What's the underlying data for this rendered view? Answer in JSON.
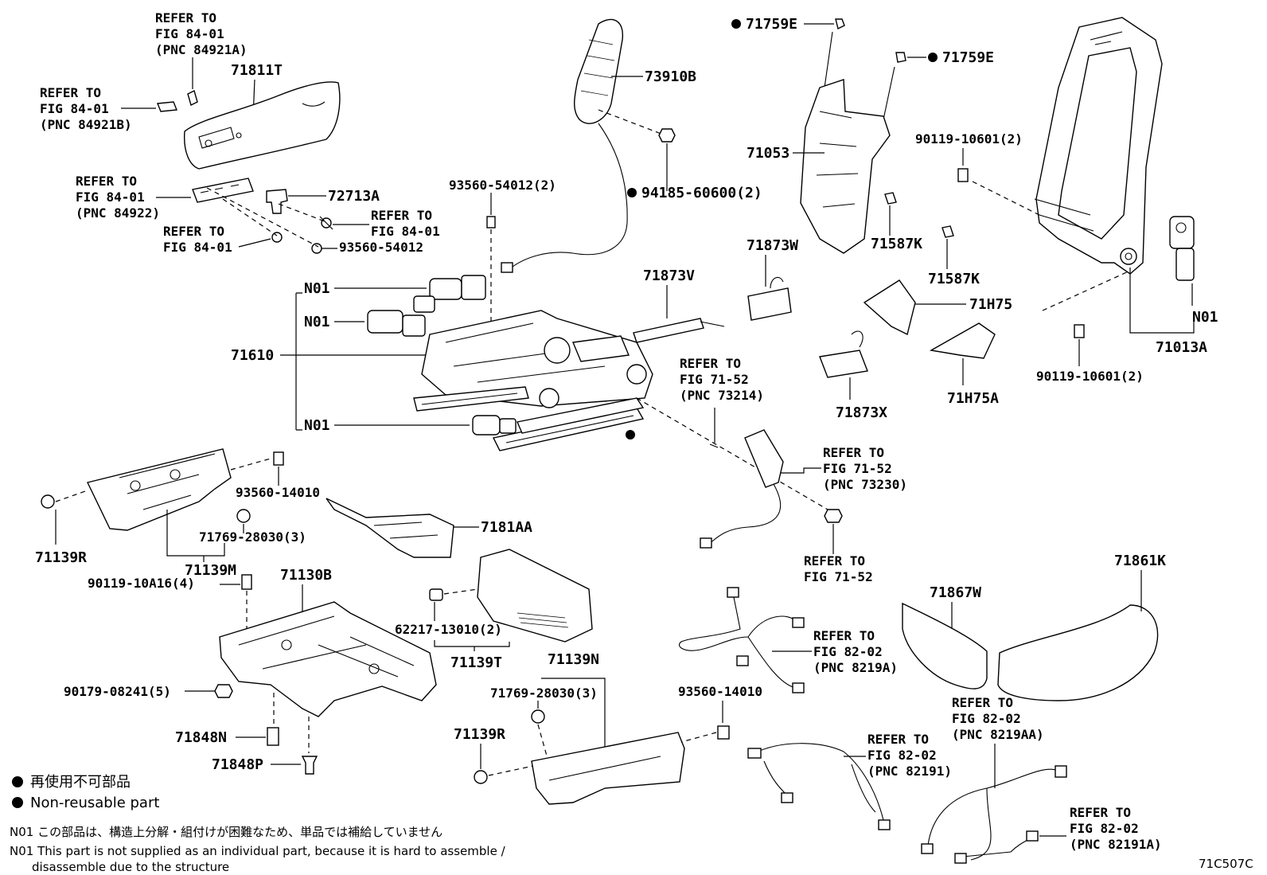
{
  "labels": {
    "refer_8401_a": [
      "REFER TO",
      "FIG 84-01",
      "(PNC 84921A)"
    ],
    "refer_8401_b": [
      "REFER TO",
      "FIG 84-01",
      "(PNC 84921B)"
    ],
    "refer_8401_c": [
      "REFER TO",
      "FIG 84-01",
      "(PNC 84922)"
    ],
    "refer_8401_d": [
      "REFER TO",
      "FIG 84-01"
    ],
    "refer_8401_e": [
      "REFER TO",
      "FIG 84-01"
    ],
    "p71811T": "71811T",
    "p72713A": "72713A",
    "p93560_54012": "93560-54012",
    "p93560_54012_2": "93560-54012(2)",
    "p73910B": "73910B",
    "p94185_60600": "94185-60600(2)",
    "p71759E_a": "71759E",
    "p71759E_b": "71759E",
    "p71053": "71053",
    "p71587K_a": "71587K",
    "p71587K_b": "71587K",
    "p90119_10601_a": "90119-10601(2)",
    "p90119_10601_b": "90119-10601(2)",
    "p71013A": "71013A",
    "pN01_right": "N01",
    "pN01_a": "N01",
    "pN01_b": "N01",
    "pN01_c": "N01",
    "p71610": "71610",
    "p71873V": "71873V",
    "p71873W": "71873W",
    "p71H75": "71H75",
    "p71H75A": "71H75A",
    "p71873X": "71873X",
    "refer_7152_a": [
      "REFER TO",
      "FIG 71-52",
      "(PNC 73214)"
    ],
    "refer_7152_b": [
      "REFER TO",
      "FIG 71-52",
      "(PNC 73230)"
    ],
    "refer_7152_c": [
      "REFER TO",
      "FIG 71-52"
    ],
    "p93560_14010_a": "93560-14010",
    "p93560_14010_b": "93560-14010",
    "p71769_28030_a": "71769-28030(3)",
    "p71769_28030_b": "71769-28030(3)",
    "p71181AA": "7181AA",
    "p71139R_a": "71139R",
    "p71139R_b": "71139R",
    "p71139M": "71139M",
    "p90119_10A16": "90119-10A16(4)",
    "p71130B": "71130B",
    "p62217_13010": "62217-13010(2)",
    "p71139T": "71139T",
    "p71139N": "71139N",
    "p90179_08241": "90179-08241(5)",
    "p71848N": "71848N",
    "p71848P": "71848P",
    "p71867W": "71867W",
    "p71861K": "71861K",
    "refer_8202_a": [
      "REFER TO",
      "FIG 82-02",
      "(PNC 8219A)"
    ],
    "refer_8202_b": [
      "REFER TO",
      "FIG 82-02",
      "(PNC 8219AA)"
    ],
    "refer_8202_c": [
      "REFER TO",
      "FIG 82-02",
      "(PNC 82191)"
    ],
    "refer_8202_d": [
      "REFER TO",
      "FIG 82-02",
      "(PNC 82191A)"
    ]
  },
  "legend": {
    "non_reusable_jp": "再使用不可部品",
    "non_reusable_en": "Non-reusable part",
    "n01_jp": "N01 この部品は、構造上分解・組付けが困難なため、単品では補給していません",
    "n01_en_1": "N01 This part is not supplied as an individual part, because it is hard to assemble /",
    "n01_en_2": "disassemble due to the structure"
  },
  "figure_code": "71C507C"
}
